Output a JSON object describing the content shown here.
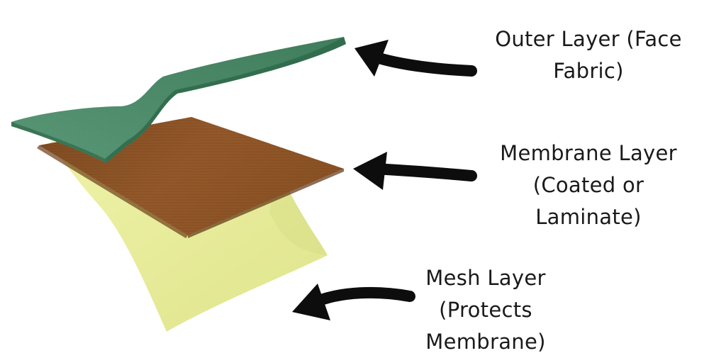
{
  "labels": {
    "outer": {
      "lines": [
        "Outer Layer (Face",
        "Fabric)"
      ]
    },
    "membrane": {
      "lines": [
        "Membrane Layer",
        "(Coated or",
        "Laminate)"
      ]
    },
    "mesh": {
      "lines": [
        "Mesh Layer",
        "(Protects",
        "Membrane)"
      ]
    }
  },
  "colors": {
    "outer_top": "#4f8c6c",
    "outer_edge": "#2f6a4a",
    "membrane": "#8a5326",
    "membrane_dark": "#6b3d17",
    "mesh": "#e8ec9a",
    "mesh_shade": "#d6dd84",
    "arrow": "#0d0d0d"
  }
}
